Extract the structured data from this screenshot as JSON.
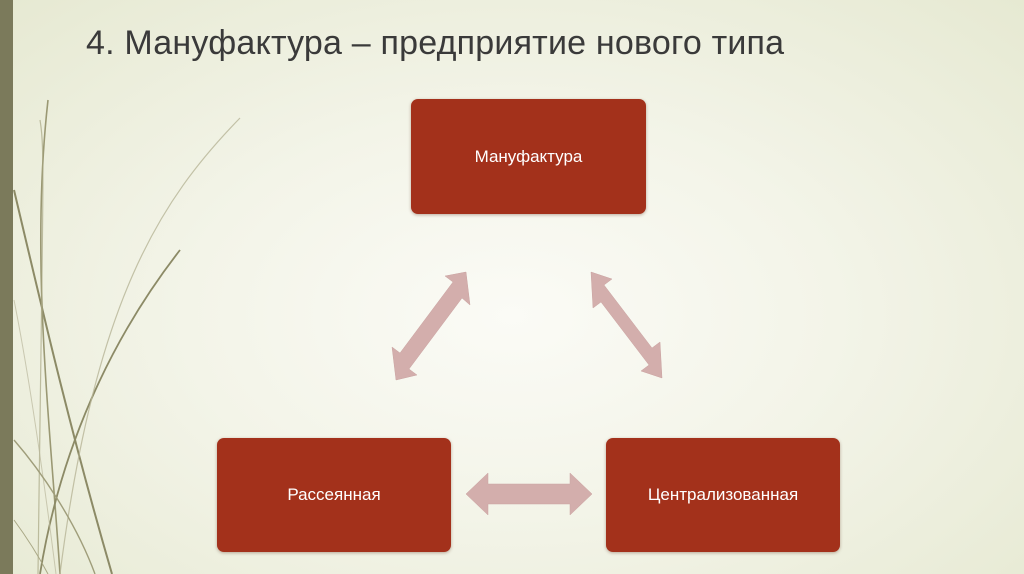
{
  "slide": {
    "title": "4. Мануфактура – предприятие нового типа"
  },
  "diagram": {
    "nodes": {
      "top": "Мануфактура",
      "bottom_left": "Рассеянная",
      "bottom_right": "Централизованная"
    },
    "colors": {
      "node_fill": "#a3311b",
      "node_text": "#ffffff",
      "arrow_fill": "#d3aeac",
      "accent_bar": "#7b7a5b"
    },
    "connectors": [
      "double-arrow",
      "double-arrow",
      "double-arrow"
    ]
  }
}
